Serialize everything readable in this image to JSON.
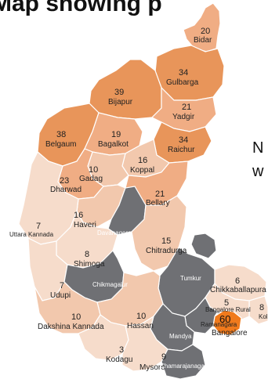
{
  "title": "Map showing p",
  "side_text": [
    "N",
    "w"
  ],
  "colors": {
    "high": "#e8955a",
    "mid": "#f0ad84",
    "low": "#f2c8ad",
    "lowest": "#f6dccb",
    "no_data": "#6f7074",
    "peak": "#f07a1c"
  },
  "districts": [
    {
      "name": "Bidar",
      "value": "20"
    },
    {
      "name": "Gulbarga",
      "value": "34"
    },
    {
      "name": "Bijapur",
      "value": "39"
    },
    {
      "name": "Yadgir",
      "value": "21"
    },
    {
      "name": "Belgaum",
      "value": "38"
    },
    {
      "name": "Bagalkot",
      "value": "19"
    },
    {
      "name": "Raichur",
      "value": "34"
    },
    {
      "name": "Koppal",
      "value": "16"
    },
    {
      "name": "Gadag",
      "value": "10"
    },
    {
      "name": "Dharwad",
      "value": "23"
    },
    {
      "name": "Bellary",
      "value": "21"
    },
    {
      "name": "Haveri",
      "value": "16"
    },
    {
      "name": "Uttara Kannada",
      "value": "7"
    },
    {
      "name": "Davanagere",
      "value": ""
    },
    {
      "name": "Chitradurga",
      "value": "15"
    },
    {
      "name": "Shimoga",
      "value": "8"
    },
    {
      "name": "Tumkur",
      "value": ""
    },
    {
      "name": "Chikmagalur",
      "value": ""
    },
    {
      "name": "Udupi",
      "value": "7"
    },
    {
      "name": "Chikkaballapura",
      "value": "6"
    },
    {
      "name": "Bangalore Rural",
      "value": "5"
    },
    {
      "name": "Kolar",
      "value": "8"
    },
    {
      "name": "Ramanagara",
      "value": ""
    },
    {
      "name": "Bangalore",
      "value": "60"
    },
    {
      "name": "Dakshina Kannada",
      "value": "10"
    },
    {
      "name": "Hassan",
      "value": "10"
    },
    {
      "name": "Mandya",
      "value": ""
    },
    {
      "name": "Kodagu",
      "value": "3"
    },
    {
      "name": "Mysore",
      "value": "9"
    },
    {
      "name": "Chamarajanagar",
      "value": ""
    }
  ]
}
